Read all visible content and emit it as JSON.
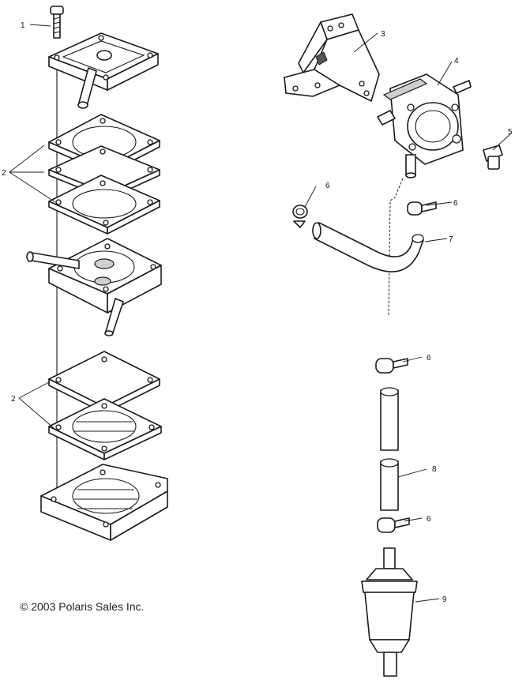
{
  "callouts": {
    "c1": "1",
    "c2_upper": "2",
    "c2_lower": "2",
    "c3": "3",
    "c4": "4",
    "c5": "5",
    "c6_a": "6",
    "c6_b": "6",
    "c6_c": "6",
    "c6_d": "6",
    "c7": "7",
    "c8": "8",
    "c9": "9"
  },
  "copyright": "© 2003 Polaris Sales Inc."
}
